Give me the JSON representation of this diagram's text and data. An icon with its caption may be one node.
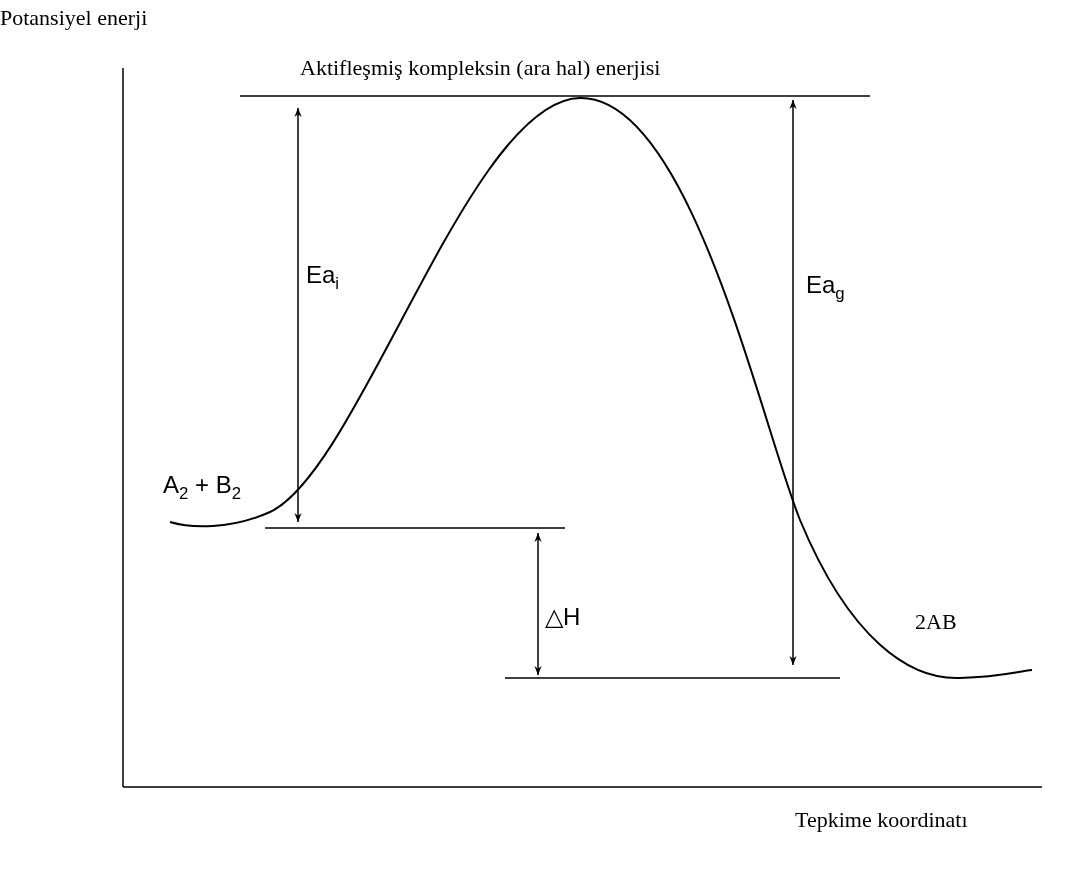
{
  "diagram": {
    "labels": [
      "Potansiyel enerji",
      "Aktifleşmiş kompleksin (ara hal) enerjisi",
      "Ea$_{i}$",
      "Ea$_{g}$",
      "A$_{2}$ + B$_{2}$",
      "△H",
      "2AB",
      "Tepkime koordinatı"
    ]
  }
}
